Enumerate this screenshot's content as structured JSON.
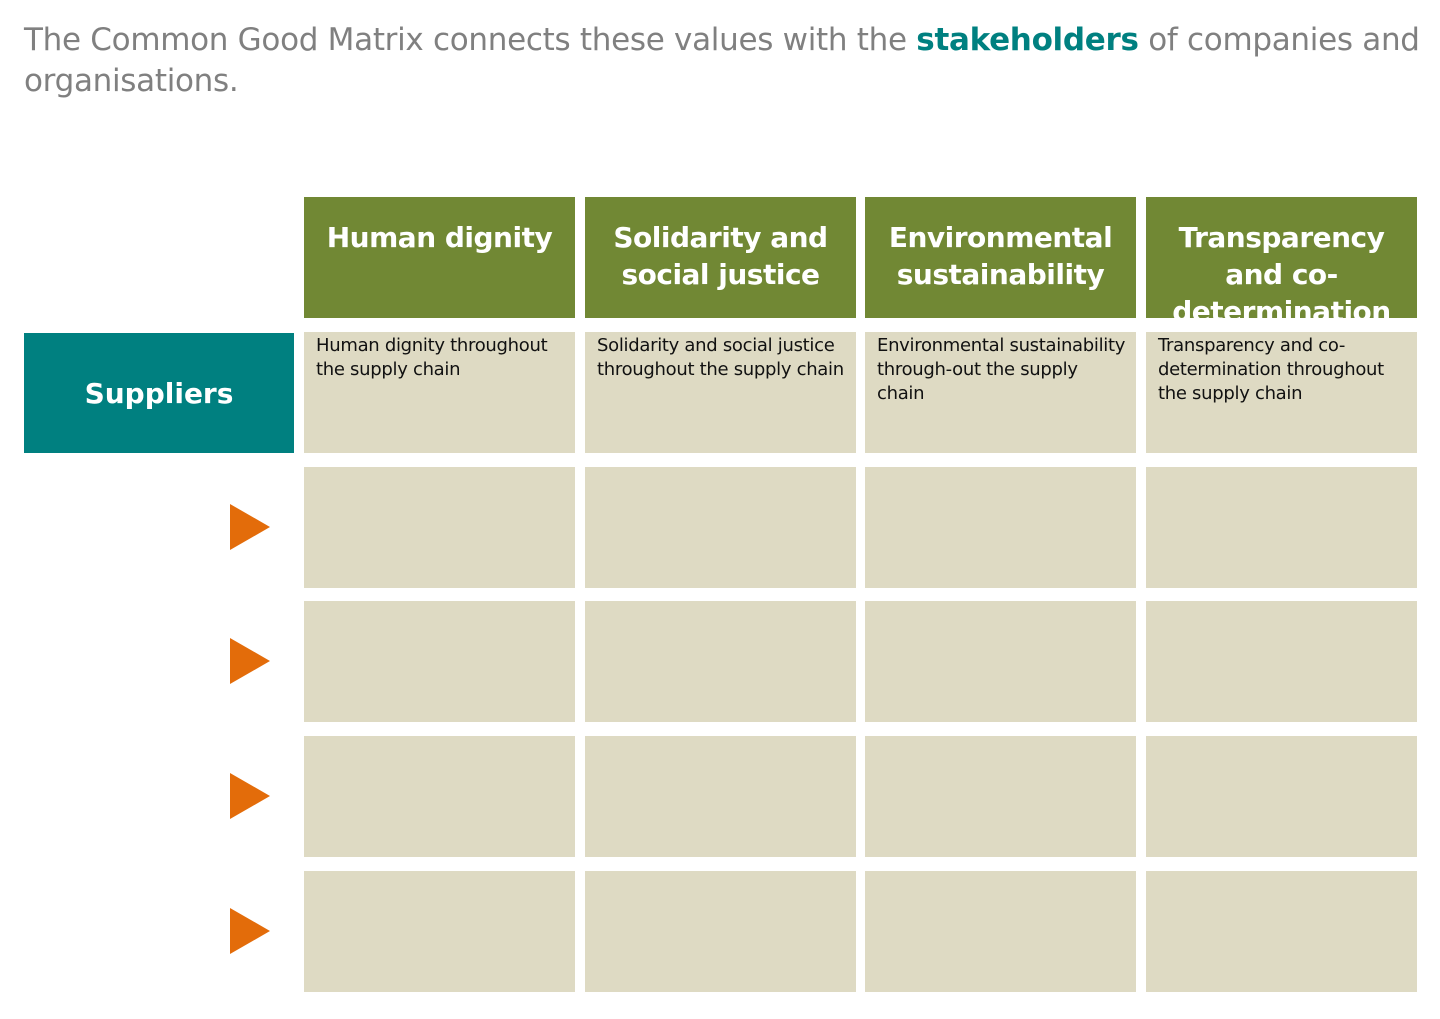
{
  "intro": {
    "before": "The Common Good Matrix connects these values with the ",
    "highlight": "stakeholders",
    "after": " of companies and organisations."
  },
  "values": [
    "Human dignity",
    "Solidarity and social justice",
    "Environmental sustainability",
    "Transparency and co-determination"
  ],
  "stakeholder": "Suppliers",
  "supplier_cells": [
    "Human dignity throughout the supply chain",
    "Solidarity and social justice throughout the supply chain",
    "Environmental sustainability through-out the supply chain",
    "Transparency and co-determination throughout the supply chain"
  ],
  "colors": {
    "value_header": "#718834",
    "stakeholder": "#008080",
    "cell": "#DEDAC3",
    "arrow": "#E36C0A",
    "intro_text": "#808080"
  }
}
